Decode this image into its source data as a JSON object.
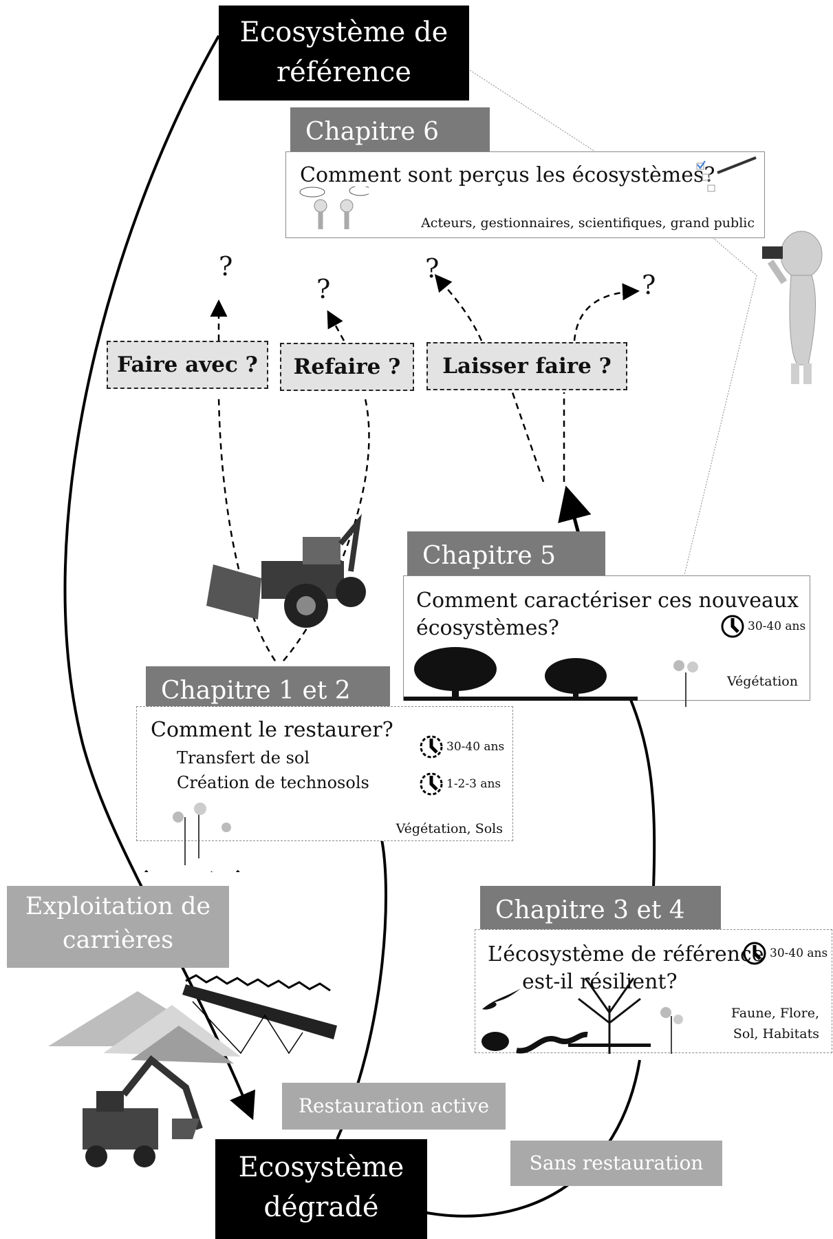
{
  "reference_ecosystem": "Ecosystème de référence",
  "degraded_ecosystem": "Ecosystème dégradé",
  "quarrying": "Exploitation de carrières",
  "active_restoration": "Restauration active",
  "no_restoration": "Sans restauration",
  "strategies": {
    "faire_avec": "Faire avec ?",
    "refaire": "Refaire ?",
    "laisser_faire": "Laisser faire ?"
  },
  "question_mark": "?",
  "chapter6": {
    "title": "Chapitre 6",
    "question": "Comment sont perçus les écosystèmes?",
    "tag": "Acteurs, gestionnaires, scientifiques, grand public"
  },
  "chapter5": {
    "title": "Chapitre 5",
    "question_line1": "Comment caractériser ces nouveaux",
    "question_line2": "écosystèmes?",
    "duration": "30-40 ans",
    "tag": "Végétation"
  },
  "chapter12": {
    "title": "Chapitre 1 et 2",
    "question": "Comment le restaurer?",
    "item1": "Transfert de sol",
    "item2": "Création de technosols",
    "duration1": "30-40 ans",
    "duration2": "1-2-3 ans",
    "tag": "Végétation, Sols"
  },
  "chapter34": {
    "title": "Chapitre 3 et 4",
    "question_line1": "L’écosystème de référence",
    "question_line2": "est-il résilient?",
    "duration": "30-40 ans",
    "tag_line1": "Faune, Flore,",
    "tag_line2": "Sol, Habitats"
  },
  "icons": [
    "clock-icon",
    "tractor-icon",
    "excavator-icon",
    "binoculars-figure-icon",
    "tree-icon",
    "bird-icon",
    "frog-icon",
    "snake-icon",
    "plant-icon",
    "checklist-icon",
    "sand-pile-icon"
  ]
}
